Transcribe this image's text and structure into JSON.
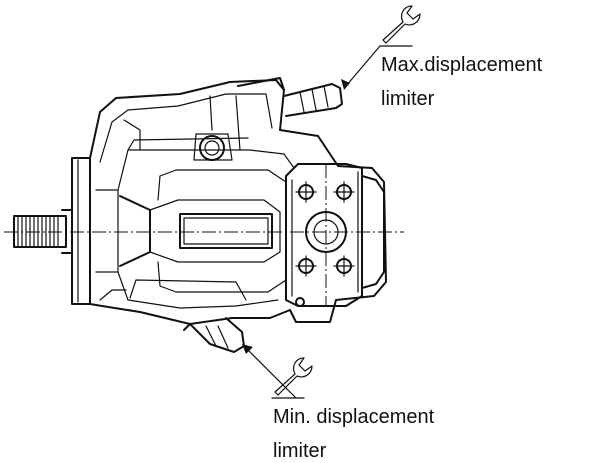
{
  "labels": {
    "max_line1": "Max.displacement",
    "max_line2": "limiter",
    "min_line1": "Min. displacement",
    "min_line2": "limiter"
  }
}
